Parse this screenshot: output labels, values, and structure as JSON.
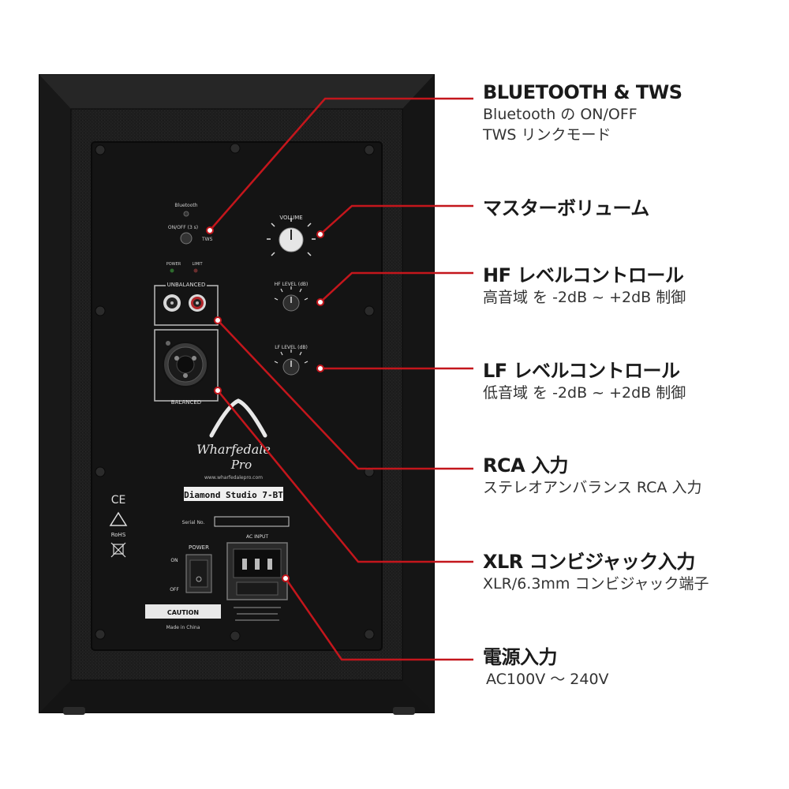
{
  "speaker": {
    "brand_script": "Wharfedale",
    "brand_script_2": "Pro",
    "website": "www.wharfedalepro.com",
    "model": "Diamond Studio 7-BT",
    "serial_label": "Serial No.",
    "ac_input_label": "AC INPUT",
    "power_label": "POWER",
    "on_label": "ON",
    "off_label": "OFF",
    "volume_label": "VOLUME",
    "hf_level_label": "HF LEVEL (dB)",
    "lf_level_label": "LF LEVEL (dB)",
    "unbalanced_label": "UNBALANCED",
    "balanced_label": "BALANCED",
    "bluetooth_small": "Bluetooth",
    "onoff_small": "ON/OFF (3 s)",
    "tws_small": "TWS",
    "power_led_label": "POWER",
    "limit_led_label": "LIMIT",
    "ce_mark": "CE",
    "rohs_mark": "RoHS",
    "made_in": "Made in China",
    "caution_label": "CAUTION"
  },
  "features": [
    {
      "title": "BLUETOOTH & TWS",
      "desc": [
        "Bluetooth の ON/OFF",
        "TWS リンクモード"
      ]
    },
    {
      "title": "マスターボリューム",
      "desc": []
    },
    {
      "title": "HF レベルコントロール",
      "desc": [
        "高音域 を -2dB ~ +2dB 制御"
      ]
    },
    {
      "title": "LF レベルコントロール",
      "desc": [
        "低音域 を -2dB ~ +2dB 制御"
      ]
    },
    {
      "title": "RCA 入力",
      "desc": [
        "ステレオアンバランス RCA 入力"
      ]
    },
    {
      "title": "XLR コンビジャック入力",
      "desc": [
        "XLR/6.3mm コンビジャック端子"
      ]
    },
    {
      "title": "電源入力",
      "desc": [
        "AC100V ～ 240V"
      ]
    }
  ],
  "colors": {
    "callout_line": "#c4161c",
    "cabinet": "#1c1c1c",
    "panel": "#141414"
  }
}
